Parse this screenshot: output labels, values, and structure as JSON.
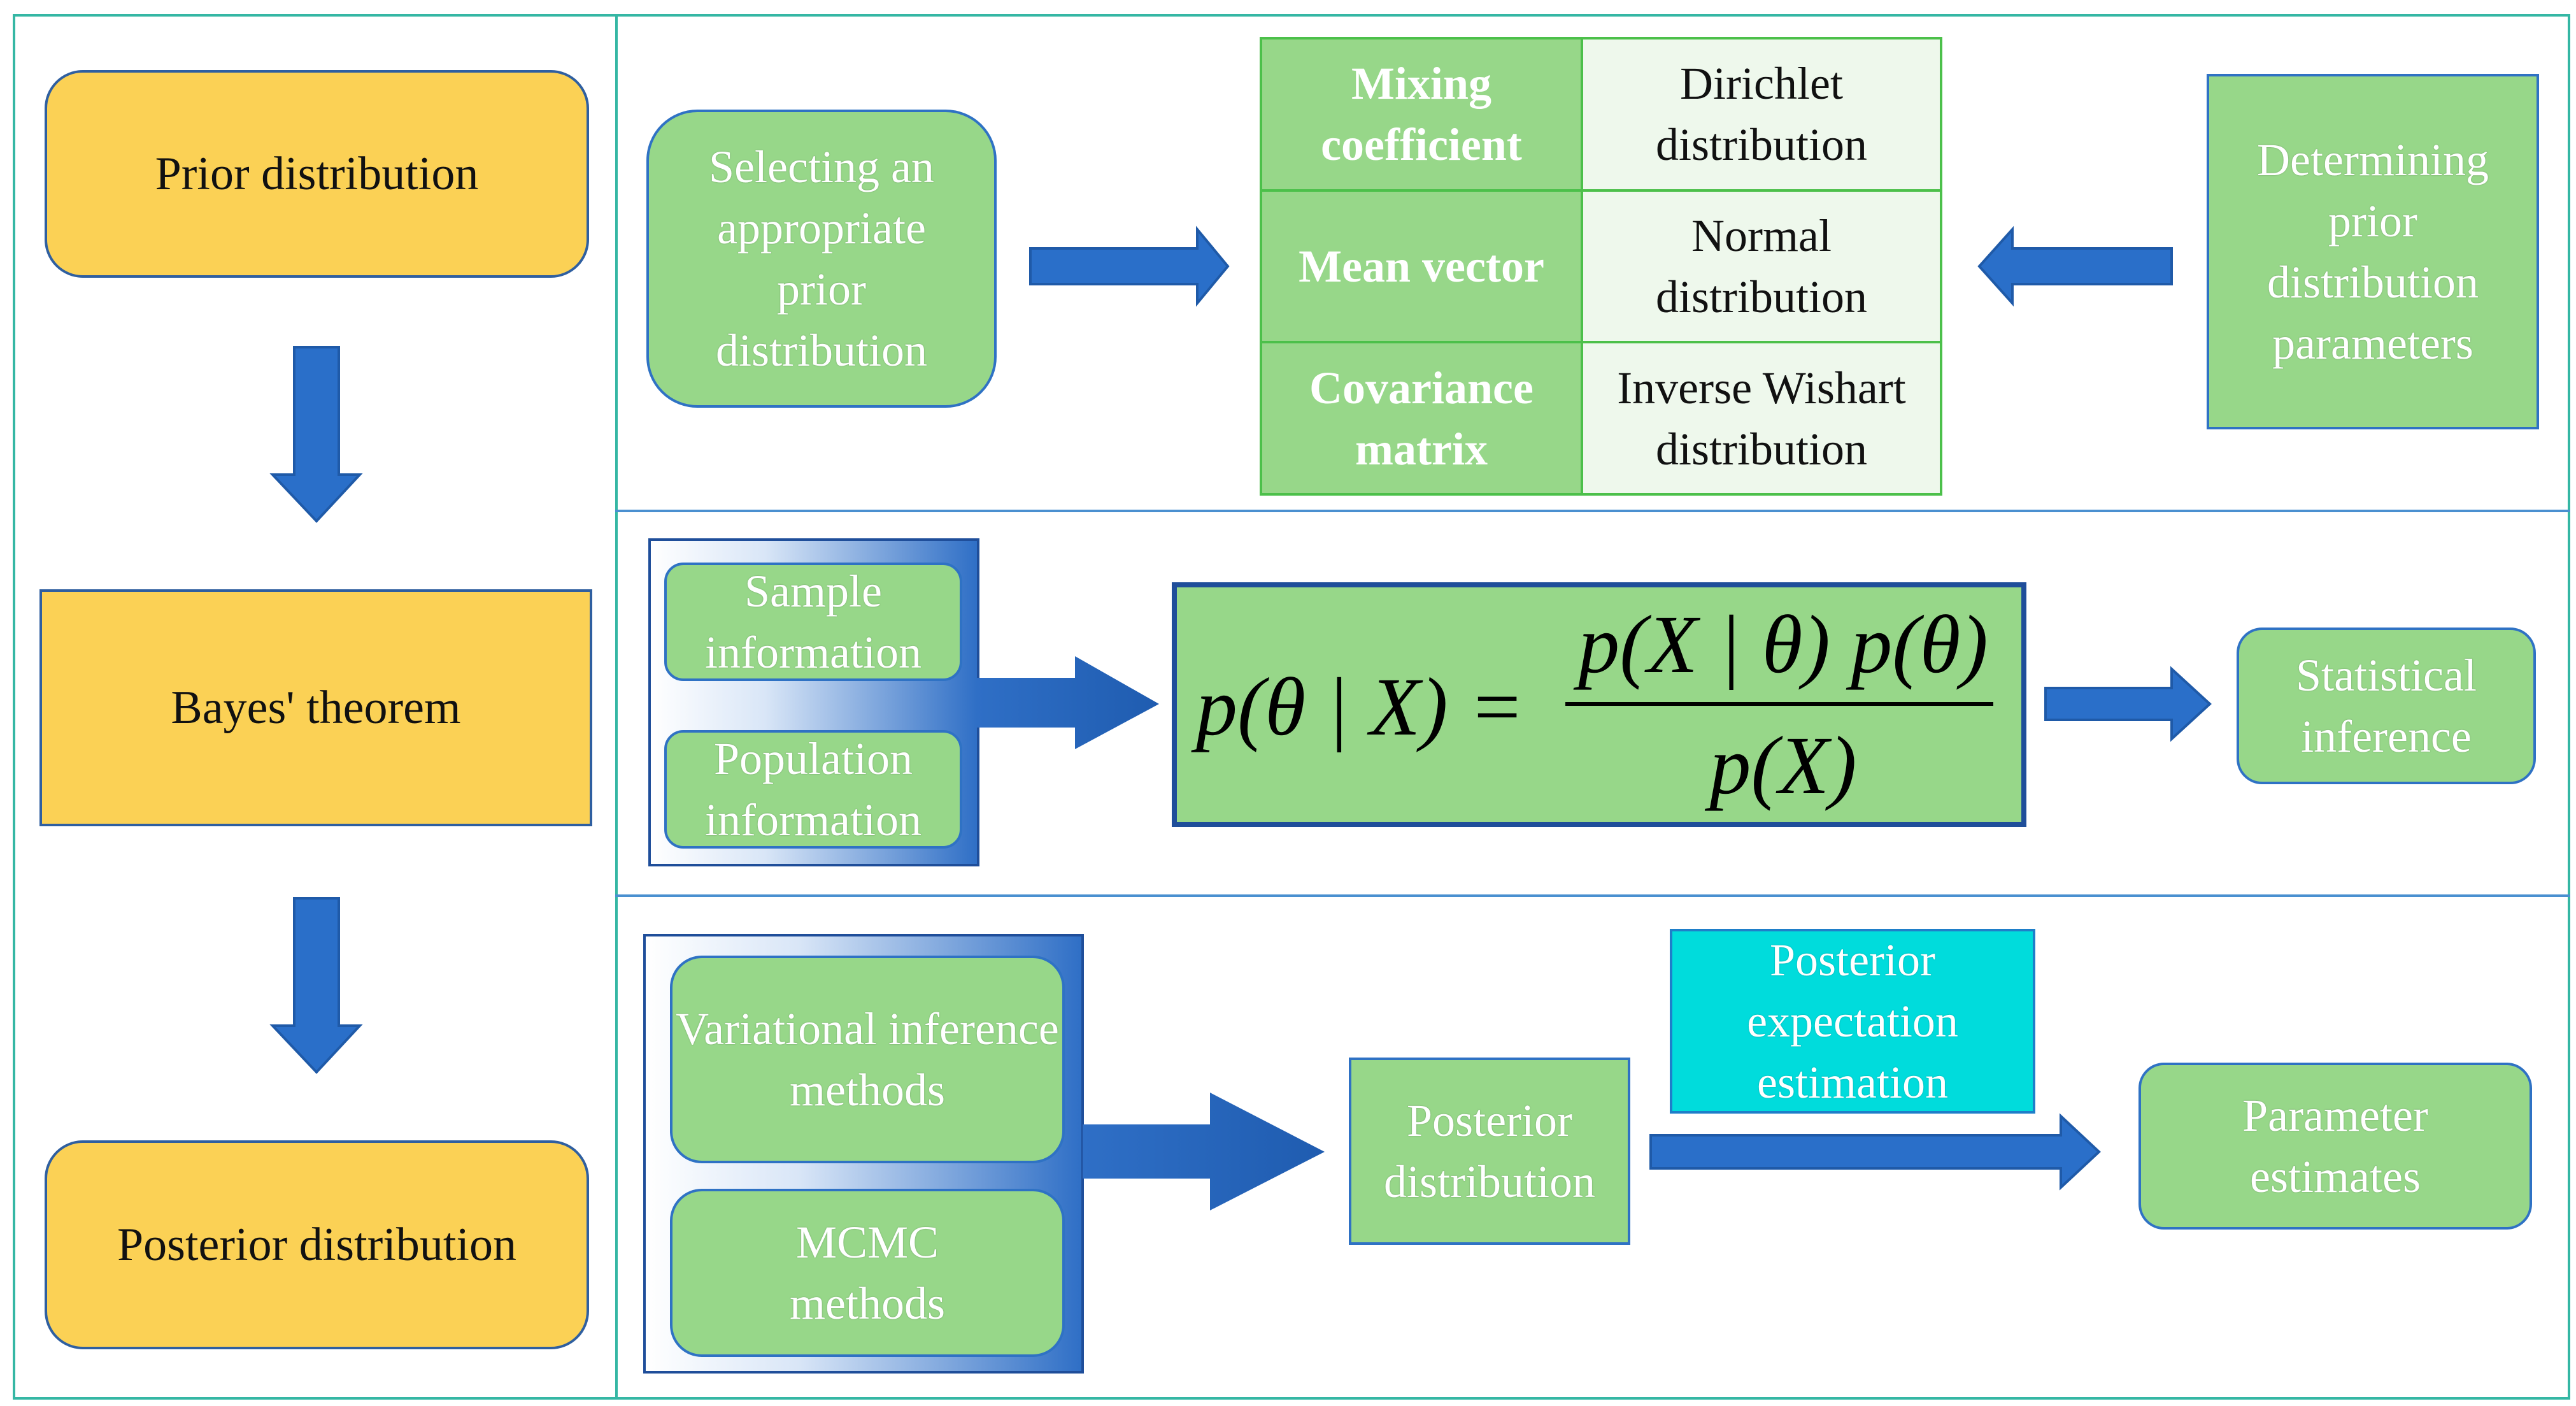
{
  "left_column": {
    "prior": "Prior distribution",
    "bayes": "Bayes' theorem",
    "posterior": "Posterior distribution"
  },
  "row1": {
    "select_prior": "Selecting an appropriate prior distribution",
    "table": [
      {
        "param": "Mixing coefficient",
        "dist": "Dirichlet distribution"
      },
      {
        "param": "Mean vector",
        "dist": "Normal distribution"
      },
      {
        "param": "Covariance matrix",
        "dist": "Inverse Wishart distribution"
      }
    ],
    "determine_params": "Determining prior distribution parameters"
  },
  "row2": {
    "sample_info": "Sample information",
    "population_info": "Population information",
    "formula": {
      "lhs": "p(θ | X) =",
      "numerator": "p(X | θ) p(θ)",
      "denominator": "p(X)"
    },
    "statistical_inference": "Statistical inference"
  },
  "row3": {
    "variational": "Variational inference methods",
    "mcmc": "MCMC methods",
    "posterior_dist": "Posterior distribution",
    "posterior_expectation": "Posterior expectation estimation",
    "parameter_estimates": "Parameter estimates"
  },
  "colors": {
    "frame": "#35b7a4",
    "yellow": "#fbd155",
    "green": "#97d789",
    "blue_arrow": "#2a6fc9",
    "cyan": "#00dcdc",
    "dark_border": "#1f4e9a"
  }
}
